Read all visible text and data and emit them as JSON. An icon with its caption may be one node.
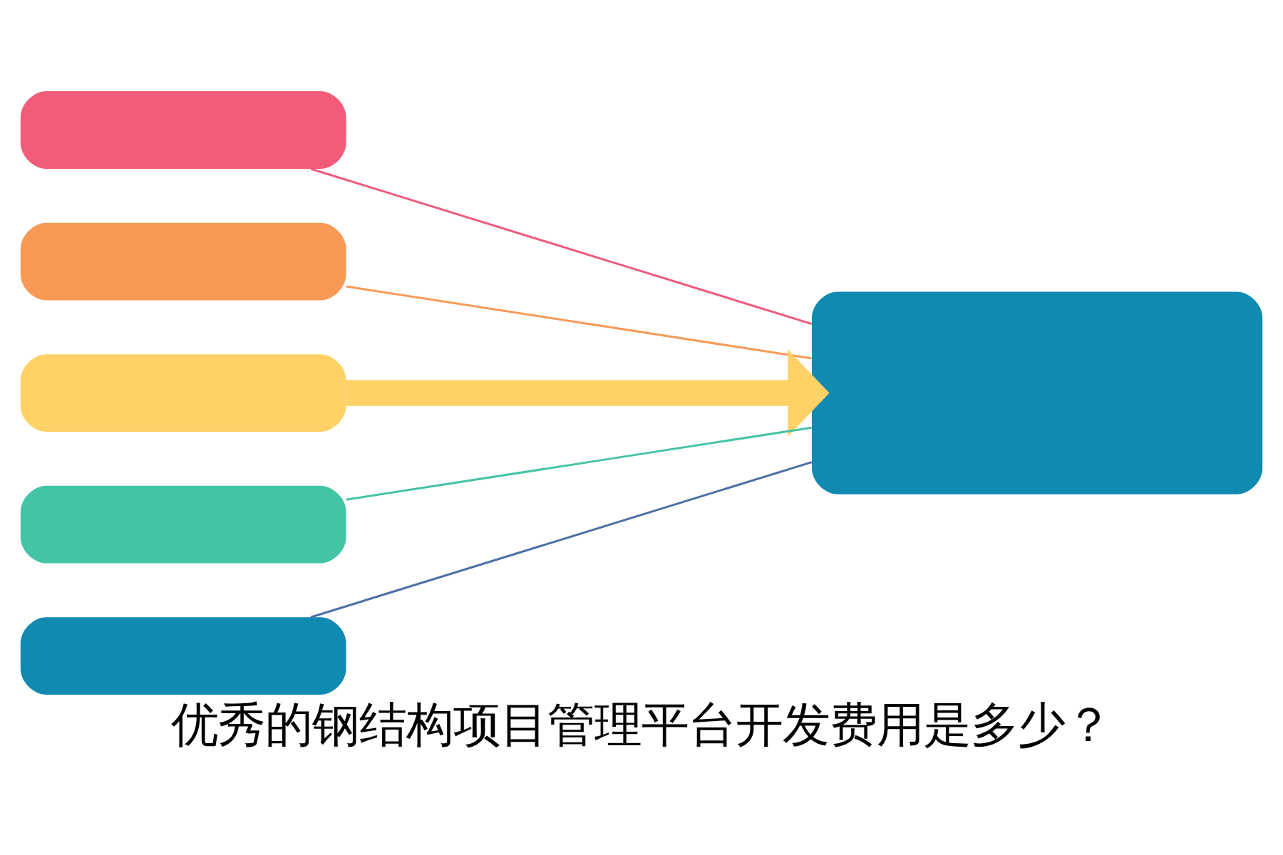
{
  "diagram": {
    "caption": "优秀的钢结构项目管理平台开发费用是多少？",
    "nodes": [
      {
        "text": [],
        "shape": "box"
      },
      {
        "text": [],
        "shape": "box"
      },
      {
        "text": [],
        "shape": "box"
      },
      {
        "text": [],
        "shape": "box"
      },
      {
        "text": [],
        "shape": "box"
      },
      {
        "text": [],
        "shape": "box"
      }
    ],
    "edges": [
      {
        "from": 0,
        "to": 5,
        "arrow": "none",
        "color": "#f05a7e"
      },
      {
        "from": 1,
        "to": 5,
        "arrow": "none",
        "color": "#f79a56"
      },
      {
        "from": 2,
        "to": 5,
        "arrow": "to",
        "style": "thick",
        "color": "#ffd166"
      },
      {
        "from": 3,
        "to": 5,
        "arrow": "none",
        "color": "#45c4a6"
      },
      {
        "from": 4,
        "to": 5,
        "arrow": "none",
        "color": "#4a6fa5"
      }
    ]
  }
}
